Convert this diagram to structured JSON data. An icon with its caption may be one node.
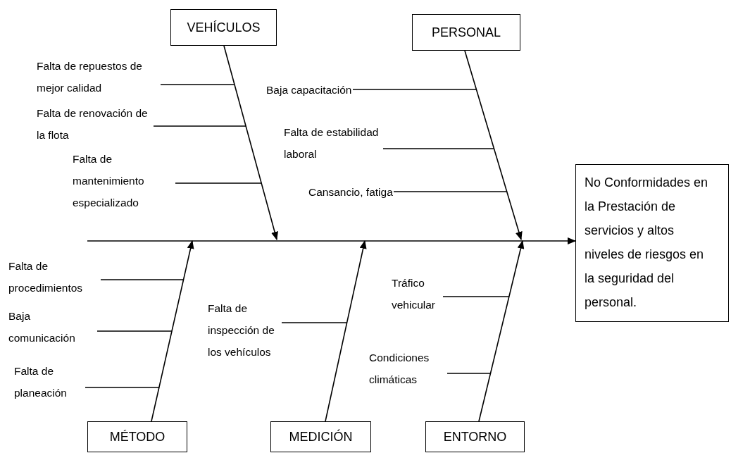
{
  "diagram": {
    "nodes": [
      {
        "text": [
          "VEHÍCULOS"
        ]
      },
      {
        "text": [
          "PERSONAL"
        ]
      },
      {
        "text": [
          "No Conformidades en la Prestación de servicios y altos niveles de riesgos en la seguridad del personal."
        ]
      },
      {
        "text": [
          "MÉTODO"
        ]
      },
      {
        "text": [
          "MEDICIÓN"
        ]
      },
      {
        "text": [
          "ENTORNO"
        ]
      },
      {
        "text": [
          "Falta de repuestos de mejor calidad"
        ]
      },
      {
        "text": [
          "Falta de renovación de la flota"
        ]
      },
      {
        "text": [
          "Falta de mantenimiento especializado"
        ]
      },
      {
        "text": [
          "Baja capacitación"
        ]
      },
      {
        "text": [
          "Falta de estabilidad laboral"
        ]
      },
      {
        "text": [
          "Cansancio, fatiga"
        ]
      },
      {
        "text": [
          "Falta de procedimientos"
        ]
      },
      {
        "text": [
          "Baja comunicación"
        ]
      },
      {
        "text": [
          "Falta de planeación"
        ]
      },
      {
        "text": [
          "Falta de inspección de los vehículos"
        ]
      },
      {
        "text": [
          "Tráfico vehicular"
        ]
      },
      {
        "text": [
          "Condiciones climáticas"
        ]
      }
    ],
    "edges": [
      {
        "from": null,
        "to": 2,
        "arrow": "to"
      },
      {
        "from": 0,
        "to": null,
        "arrow": "to"
      },
      {
        "from": 1,
        "to": null,
        "arrow": "to"
      },
      {
        "from": 3,
        "to": null,
        "arrow": "to"
      },
      {
        "from": 4,
        "to": null,
        "arrow": "to"
      },
      {
        "from": 5,
        "to": null,
        "arrow": "to"
      },
      {
        "from": 6,
        "to": null,
        "arrow": "none"
      },
      {
        "from": 7,
        "to": null,
        "arrow": "none"
      },
      {
        "from": 8,
        "to": null,
        "arrow": "none"
      },
      {
        "from": 9,
        "to": null,
        "arrow": "none"
      },
      {
        "from": 10,
        "to": null,
        "arrow": "none"
      },
      {
        "from": 11,
        "to": null,
        "arrow": "none"
      },
      {
        "from": 12,
        "to": null,
        "arrow": "none"
      },
      {
        "from": 13,
        "to": null,
        "arrow": "none"
      },
      {
        "from": 14,
        "to": null,
        "arrow": "none"
      },
      {
        "from": 15,
        "to": null,
        "arrow": "none"
      },
      {
        "from": 16,
        "to": null,
        "arrow": "none"
      },
      {
        "from": 17,
        "to": null,
        "arrow": "none"
      }
    ]
  }
}
